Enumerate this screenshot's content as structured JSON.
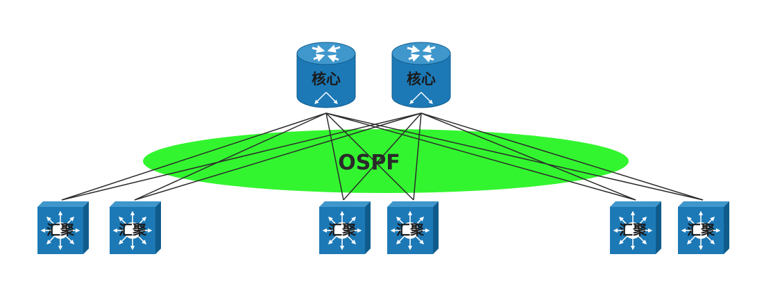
{
  "colors": {
    "device_blue": "#1c79b6",
    "device_top": "#3f97cc",
    "device_dark": "#0f5c8c",
    "ospf_fill": "#33f52f",
    "link": "#2b2b2b",
    "background": "#ffffff"
  },
  "ospf": {
    "label": "OSPF"
  },
  "core_nodes": [
    {
      "id": "core-1",
      "label": "核心",
      "icon": "router-icon"
    },
    {
      "id": "core-2",
      "label": "核心",
      "icon": "router-icon"
    }
  ],
  "aggregation_nodes": [
    {
      "id": "agg-1",
      "label": "汇聚",
      "icon": "multilayer-switch-icon"
    },
    {
      "id": "agg-2",
      "label": "汇聚",
      "icon": "multilayer-switch-icon"
    },
    {
      "id": "agg-3",
      "label": "汇聚",
      "icon": "multilayer-switch-icon"
    },
    {
      "id": "agg-4",
      "label": "汇聚",
      "icon": "multilayer-switch-icon"
    },
    {
      "id": "agg-5",
      "label": "汇聚",
      "icon": "multilayer-switch-icon"
    },
    {
      "id": "agg-6",
      "label": "汇聚",
      "icon": "multilayer-switch-icon"
    }
  ],
  "links": [
    [
      "core-1",
      "agg-1"
    ],
    [
      "core-1",
      "agg-2"
    ],
    [
      "core-1",
      "agg-3"
    ],
    [
      "core-1",
      "agg-4"
    ],
    [
      "core-1",
      "agg-5"
    ],
    [
      "core-1",
      "agg-6"
    ],
    [
      "core-2",
      "agg-1"
    ],
    [
      "core-2",
      "agg-2"
    ],
    [
      "core-2",
      "agg-3"
    ],
    [
      "core-2",
      "agg-4"
    ],
    [
      "core-2",
      "agg-5"
    ],
    [
      "core-2",
      "agg-6"
    ]
  ]
}
